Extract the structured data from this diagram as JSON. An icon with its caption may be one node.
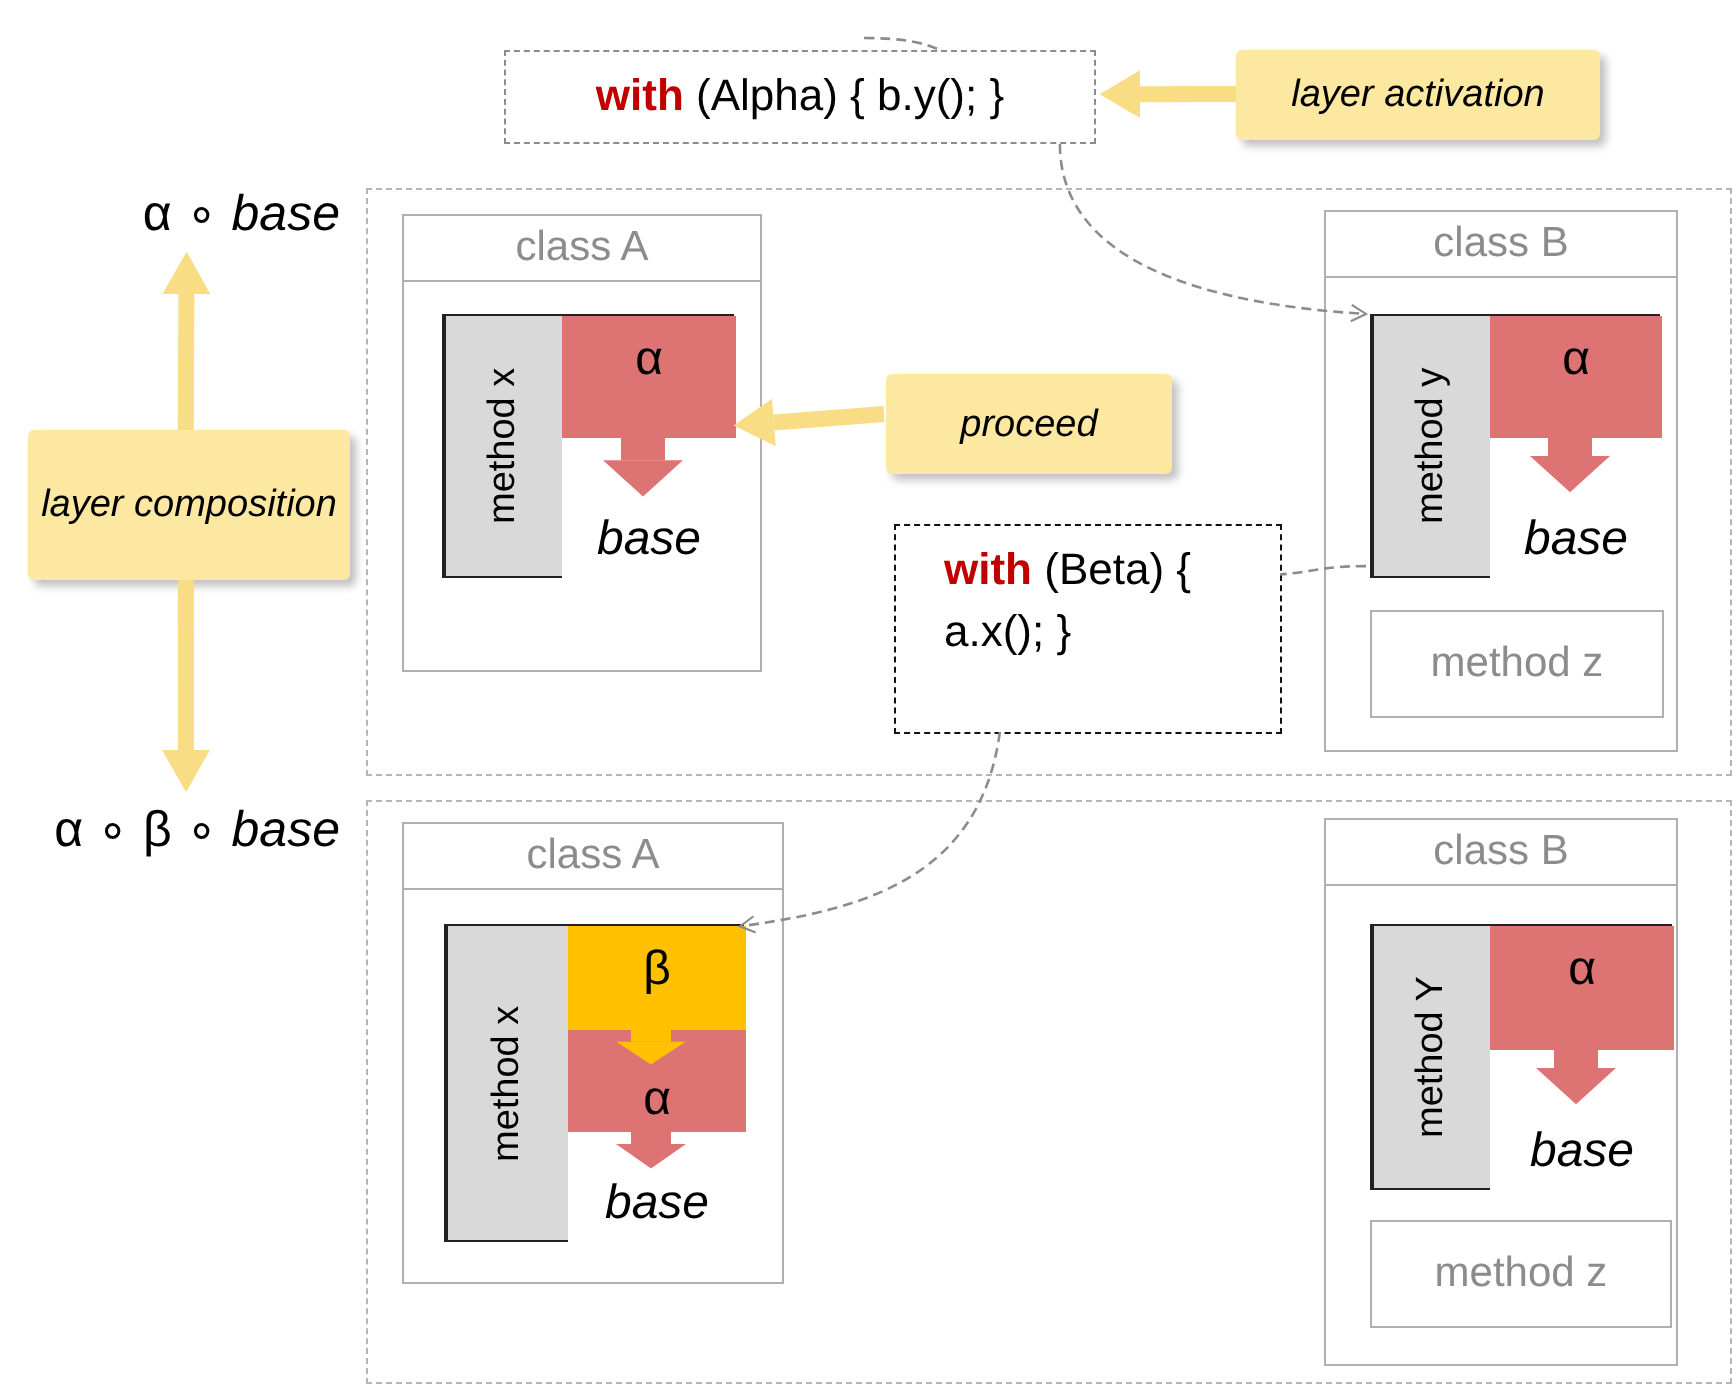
{
  "diagram": {
    "nodes": [
      {
        "text": [
          "**with** (Alpha) { b.y(); }"
        ]
      },
      {
        "text": [
          "layer activation"
        ]
      },
      {
        "text": [],
        "shape": "box"
      },
      {
        "text": [
          "class A"
        ],
        "in": 2
      },
      {
        "text": [
          "method x"
        ],
        "in": 3
      },
      {
        "text": [
          "α"
        ],
        "in": 4
      },
      {
        "text": [
          "base"
        ],
        "in": 4
      },
      {
        "text": [
          "class B"
        ],
        "in": 2
      },
      {
        "text": [
          "method y"
        ],
        "in": 7
      },
      {
        "text": [
          "α"
        ],
        "in": 8
      },
      {
        "text": [
          "base"
        ],
        "in": 8
      },
      {
        "text": [
          "method z"
        ],
        "in": 7
      },
      {
        "text": [
          "proceed"
        ],
        "in": 2
      },
      {
        "text": [
          "**with** (Beta) { a.x(); }"
        ],
        "in": 2
      },
      {
        "text": [
          "layer composition"
        ]
      },
      {
        "text": [
          "α ∘ *base*"
        ]
      },
      {
        "text": [
          "α ∘ β ∘ *base*"
        ]
      },
      {
        "text": [],
        "shape": "box"
      },
      {
        "text": [
          "class A"
        ],
        "in": 17
      },
      {
        "text": [
          "method x"
        ],
        "in": 18
      },
      {
        "text": [
          "β"
        ],
        "in": 19
      },
      {
        "text": [
          "α"
        ],
        "in": 19
      },
      {
        "text": [
          "base"
        ],
        "in": 19
      },
      {
        "text": [
          "class B"
        ],
        "in": 17
      },
      {
        "text": [
          "method Y"
        ],
        "in": 23
      },
      {
        "text": [
          "α"
        ],
        "in": 24
      },
      {
        "text": [
          "base"
        ],
        "in": 24
      },
      {
        "text": [
          "method z"
        ],
        "in": 23
      }
    ],
    "edges": [
      {
        "from": null,
        "to": 0,
        "arrow": "none",
        "style": "dashed",
        "color": "#8c8c8c"
      },
      {
        "from": 1,
        "to": 0,
        "arrow": "to",
        "color": "#f8dd85"
      },
      {
        "from": 0,
        "to": 8,
        "arrow": "to",
        "style": "dashed",
        "color": "#8c8c8c"
      },
      {
        "from": 12,
        "to": 5,
        "arrow": "to",
        "color": "#f8dd85"
      },
      {
        "from": 14,
        "to": 15,
        "arrow": "to",
        "color": "#f8dd85"
      },
      {
        "from": 14,
        "to": 16,
        "arrow": "to",
        "color": "#f8dd85"
      },
      {
        "from": 8,
        "to": 13,
        "arrow": "none",
        "style": "dashed",
        "color": "#8c8c8c"
      },
      {
        "from": 13,
        "to": 19,
        "arrow": "to",
        "style": "dashed",
        "color": "#8c8c8c"
      },
      {
        "from": 5,
        "to": 6,
        "arrow": "to",
        "style": "thick",
        "color": "#dd7373"
      },
      {
        "from": 9,
        "to": 10,
        "arrow": "to",
        "style": "thick",
        "color": "#dd7373"
      },
      {
        "from": 20,
        "to": 21,
        "arrow": "to",
        "style": "thick",
        "color": "#ffc000"
      },
      {
        "from": 21,
        "to": 22,
        "arrow": "to",
        "style": "thick",
        "color": "#dd7373"
      },
      {
        "from": 25,
        "to": 26,
        "arrow": "to",
        "style": "thick",
        "color": "#dd7373"
      }
    ]
  }
}
